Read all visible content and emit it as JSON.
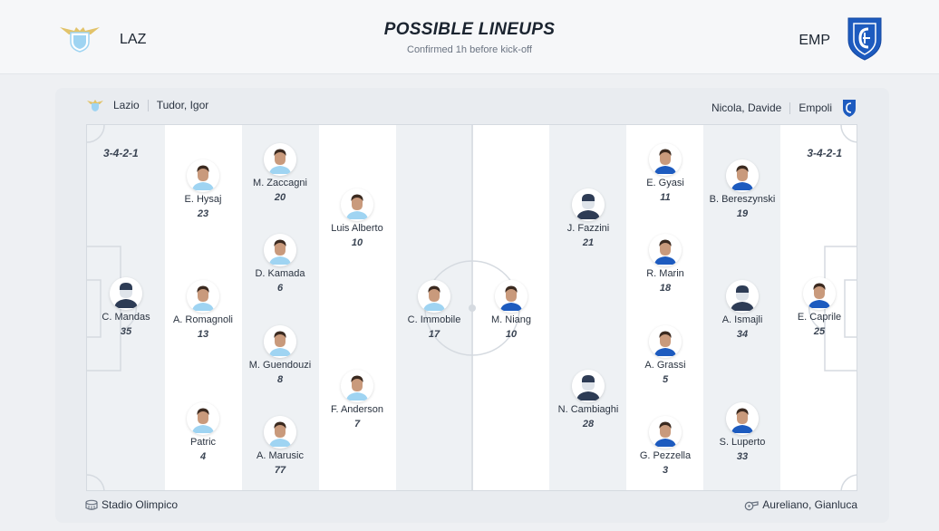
{
  "header": {
    "home_code": "LAZ",
    "away_code": "EMP",
    "title": "POSSIBLE LINEUPS",
    "subtitle": "Confirmed 1h before kick-off"
  },
  "card": {
    "home_team": "Lazio",
    "home_coach": "Tudor, Igor",
    "away_coach": "Nicola, Davide",
    "away_team": "Empoli",
    "stadium": "Stadio Olimpico",
    "referee": "Aureliano, Gianluca"
  },
  "formations": {
    "home": "3-4-2-1",
    "away": "3-4-2-1"
  },
  "colors": {
    "home_kit": "#9fd4f2",
    "away_kit": "#1d5bbf",
    "stripe": "#eef1f4",
    "text": "#1b2430"
  },
  "players": [
    {
      "name": "C. Mandas",
      "number": "35",
      "photo": "silhouette"
    },
    {
      "name": "E. Hysaj",
      "number": "23",
      "photo": "face"
    },
    {
      "name": "A. Romagnoli",
      "number": "13",
      "photo": "face"
    },
    {
      "name": "Patric",
      "number": "4",
      "photo": "face"
    },
    {
      "name": "M. Zaccagni",
      "number": "20",
      "photo": "face"
    },
    {
      "name": "D. Kamada",
      "number": "6",
      "photo": "face"
    },
    {
      "name": "M. Guendouzi",
      "number": "8",
      "photo": "face"
    },
    {
      "name": "A. Marusic",
      "number": "77",
      "photo": "face"
    },
    {
      "name": "Luis Alberto",
      "number": "10",
      "photo": "face"
    },
    {
      "name": "F. Anderson",
      "number": "7",
      "photo": "face"
    },
    {
      "name": "C. Immobile",
      "number": "17",
      "photo": "face"
    },
    {
      "name": "M. Niang",
      "number": "10",
      "photo": "face"
    },
    {
      "name": "J. Fazzini",
      "number": "21",
      "photo": "silhouette"
    },
    {
      "name": "N. Cambiaghi",
      "number": "28",
      "photo": "silhouette"
    },
    {
      "name": "E. Gyasi",
      "number": "11",
      "photo": "face"
    },
    {
      "name": "R. Marin",
      "number": "18",
      "photo": "face"
    },
    {
      "name": "A. Grassi",
      "number": "5",
      "photo": "face"
    },
    {
      "name": "G. Pezzella",
      "number": "3",
      "photo": "face"
    },
    {
      "name": "B. Bereszynski",
      "number": "19",
      "photo": "face"
    },
    {
      "name": "A. Ismajli",
      "number": "34",
      "photo": "silhouette"
    },
    {
      "name": "S. Luperto",
      "number": "33",
      "photo": "face"
    },
    {
      "name": "E. Caprile",
      "number": "25",
      "photo": "face"
    }
  ]
}
